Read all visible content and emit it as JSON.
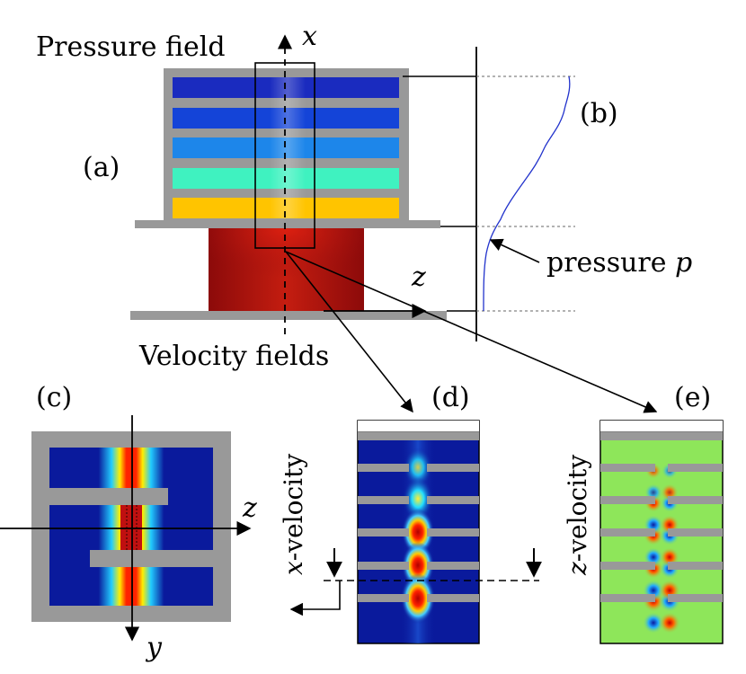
{
  "labels": {
    "pressure_field": "Pressure field",
    "velocity_fields": "Velocity fields",
    "pressure_p": "pressure ",
    "pressure_p_var": "p",
    "x_velocity_var": "x",
    "x_velocity_rest": "-velocity",
    "z_velocity_var": "z",
    "z_velocity_rest": "-velocity"
  },
  "panels": {
    "a": "(a)",
    "b": "(b)",
    "c": "(c)",
    "d": "(d)",
    "e": "(e)"
  },
  "axes": {
    "x": "x",
    "z_main": "z",
    "z_c": "z",
    "y_c": "y"
  },
  "colors": {
    "plate_gray": "#999999",
    "band_1": "#1a2bbf",
    "band_2": "#1444d8",
    "band_3": "#1d86ea",
    "band_4": "#3ff2c0",
    "band_5": "#ffc400",
    "chamber": "#a81010",
    "deep_blue": "#0a1a9c",
    "hot_red": "#e81010",
    "curve_blue": "#2233cc",
    "field_green": "#8ee65a"
  }
}
